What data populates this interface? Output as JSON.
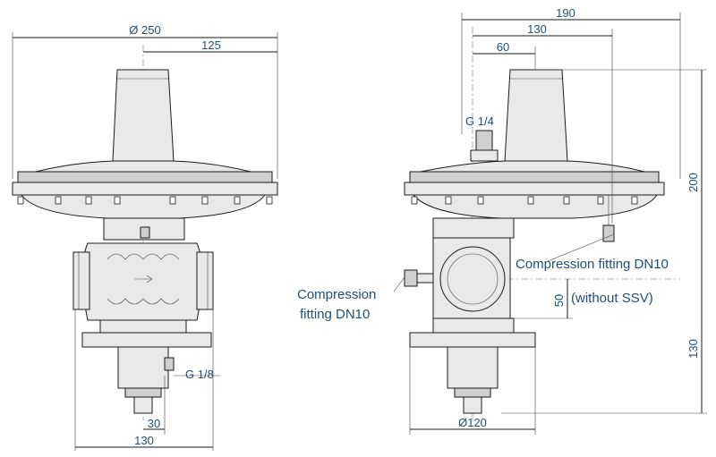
{
  "front_view": {
    "dims": {
      "diameter_250": "Ø 250",
      "d125": "125",
      "g18": "G 1/8",
      "d30": "30",
      "d130": "130"
    }
  },
  "side_view": {
    "dims": {
      "d190": "190",
      "d130": "130",
      "d60": "60",
      "g14": "G 1/4",
      "d200": "200",
      "d50": "50",
      "d130_vertical": "130",
      "diameter_120": "Ø120"
    },
    "labels": {
      "compression_right": "Compression fitting DN10",
      "without_ssv": "(without SSV)",
      "compression_left_line1": "Compression",
      "compression_left_line2": "fitting DN10"
    }
  }
}
